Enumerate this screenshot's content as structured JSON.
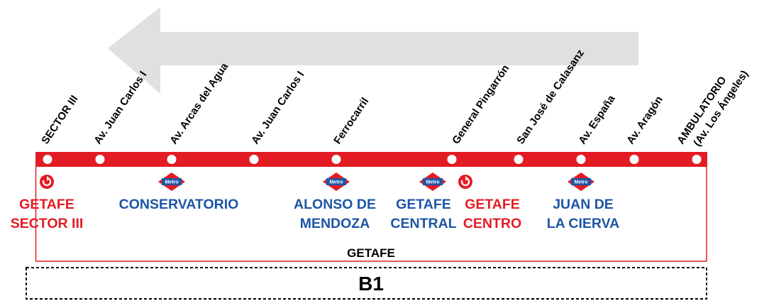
{
  "colors": {
    "line": "#e31c24",
    "metro_blue": "#1d56a6",
    "arrow": "#e0e0e0"
  },
  "route": {
    "code": "B1",
    "zone": "GETAFE"
  },
  "stops": [
    {
      "label": "SECTOR III"
    },
    {
      "label": "Av. Juan Carlos I"
    },
    {
      "label": "Av. Arcas del Agua"
    },
    {
      "label": "Av. Juan Carlos I"
    },
    {
      "label": "Ferrocarril"
    },
    {
      "label": "General Pingarrón"
    },
    {
      "label": "San José de Calasanz"
    },
    {
      "label": "Av. España"
    },
    {
      "label": "Av. Aragón"
    },
    {
      "label": "AMBULATORIO",
      "label2": "(Av. Los Ángeles)"
    }
  ],
  "hubs": [
    {
      "line1": "GETAFE",
      "line2": "SECTOR III",
      "color": "red",
      "icon": "circular-route-icon"
    },
    {
      "line1": "CONSERVATORIO",
      "line2": "",
      "color": "blue",
      "icon": "metro-icon"
    },
    {
      "line1": "ALONSO DE",
      "line2": "MENDOZA",
      "color": "blue",
      "icon": "metro-icon"
    },
    {
      "line1": "GETAFE",
      "line2": "CENTRAL",
      "color": "blue",
      "icon": "metro-icon"
    },
    {
      "line1": "GETAFE",
      "line2": "CENTRO",
      "color": "red",
      "icon": "circular-route-icon"
    },
    {
      "line1": "JUAN DE",
      "line2": "LA CIERVA",
      "color": "blue",
      "icon": "metro-icon"
    }
  ],
  "metro_label": "Metro",
  "direction": {
    "icon": "direction-arrow-left-icon"
  }
}
